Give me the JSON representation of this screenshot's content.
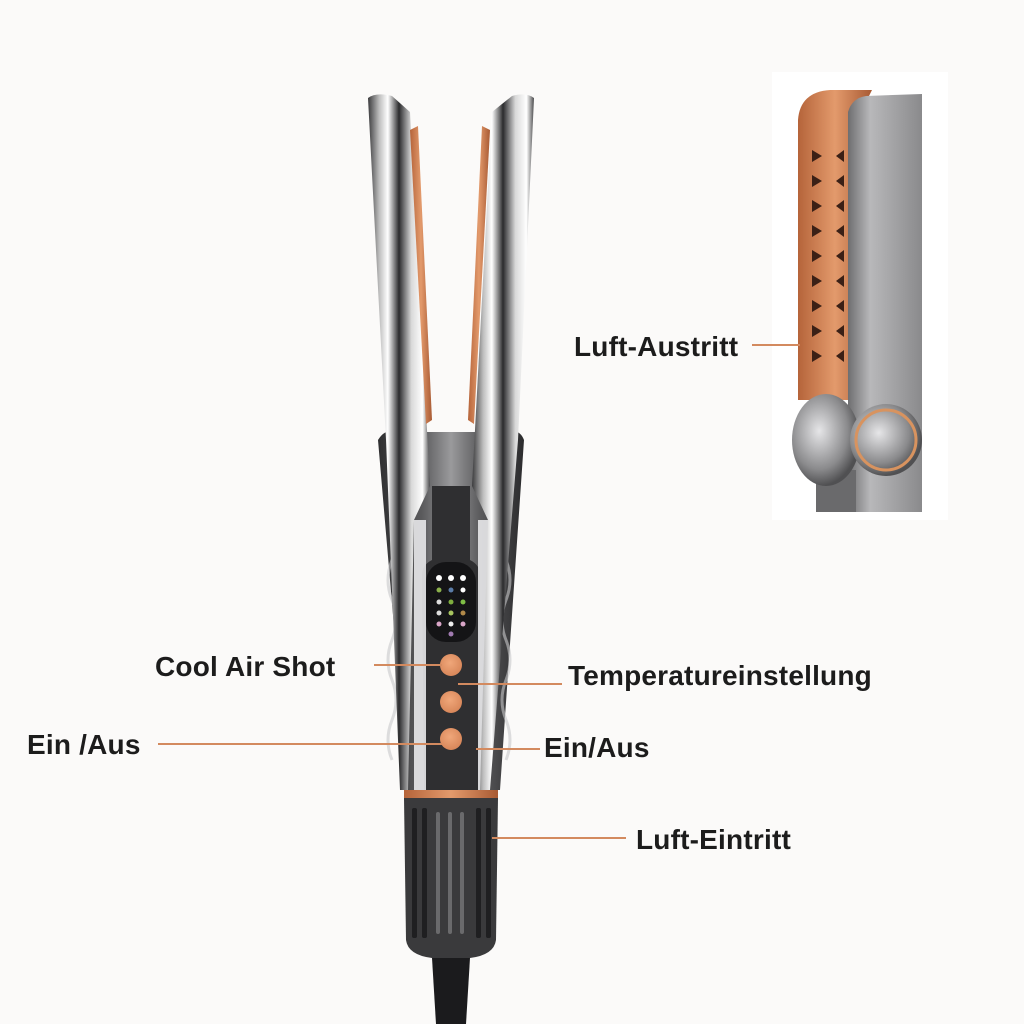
{
  "diagram": {
    "subject": "Hair straightener with air function",
    "accent_color": "#d38a5f",
    "label_color": "#1c1c1c",
    "callouts": [
      {
        "id": "cool-air-shot",
        "text": "Cool Air Shot"
      },
      {
        "id": "power-left",
        "text": "Ein /Aus"
      },
      {
        "id": "temperature",
        "text": "Temperatureinstellung"
      },
      {
        "id": "power-right",
        "text": "Ein/Aus"
      },
      {
        "id": "air-inlet",
        "text": "Luft-Eintritt"
      },
      {
        "id": "air-outlet",
        "text": "Luft-Austritt"
      }
    ],
    "display": {
      "indicator_rows": 6
    },
    "buttons": 3
  }
}
